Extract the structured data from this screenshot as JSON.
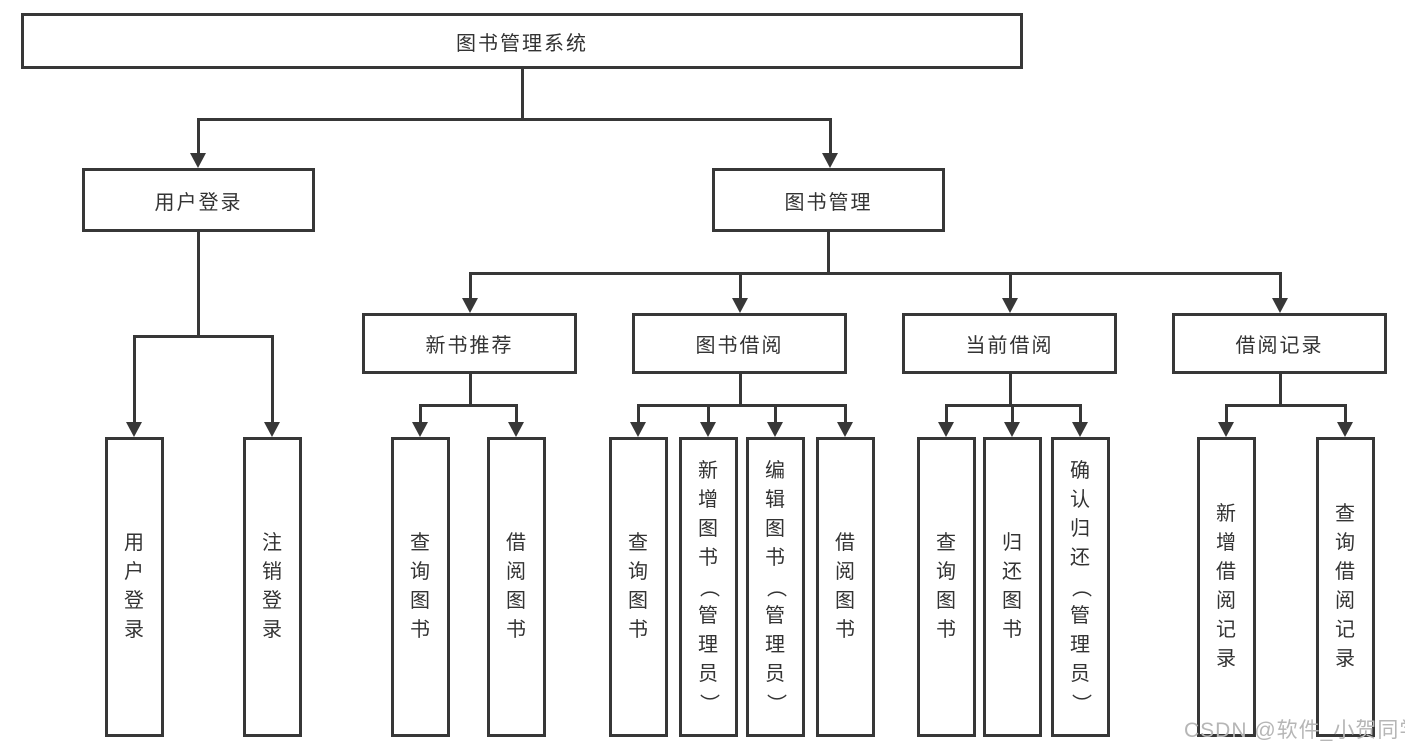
{
  "diagram": {
    "root": {
      "label": "图书管理系统"
    },
    "level2": [
      {
        "label": "用户登录"
      },
      {
        "label": "图书管理"
      }
    ],
    "level3": [
      {
        "label": "新书推荐"
      },
      {
        "label": "图书借阅"
      },
      {
        "label": "当前借阅"
      },
      {
        "label": "借阅记录"
      }
    ],
    "leaves": {
      "user_login": [
        "用户登录",
        "注销登录"
      ],
      "new_book": [
        "查询图书",
        "借阅图书"
      ],
      "book_borrow": [
        "查询图书",
        "新增图书（管理员）",
        "编辑图书（管理员）",
        "借阅图书"
      ],
      "current_borrow": [
        "查询图书",
        "归还图书",
        "确认归还（管理员）"
      ],
      "borrow_record": [
        "新增借阅记录",
        "查询借阅记录"
      ]
    }
  },
  "colors": {
    "line": "#373737",
    "text": "#333333",
    "watermark": "#b6b6b6",
    "background": "#ffffff"
  },
  "watermark": {
    "text": "CSDN @软件_小贺同学"
  }
}
